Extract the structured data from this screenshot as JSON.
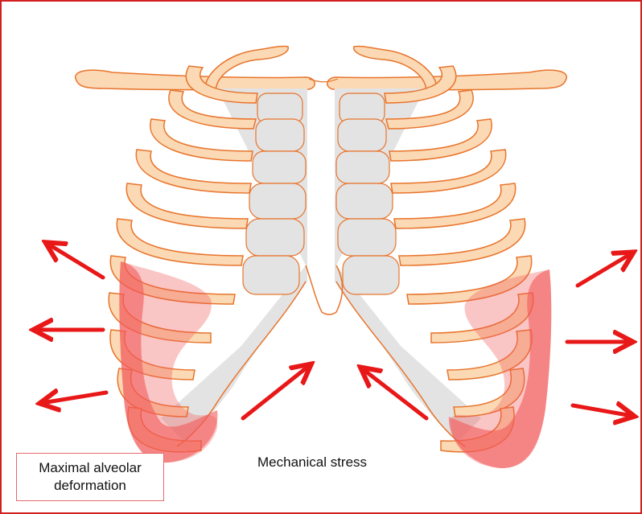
{
  "labels": {
    "alveolar_line1": "Maximal alveolar",
    "alveolar_line2": "deformation",
    "stress": "Mechanical stress"
  },
  "colors": {
    "frame": "#d21f1f",
    "bone_fill": "#fbd9b4",
    "bone_stroke": "#e8742c",
    "cartilage": "#e3e3e3",
    "deformation": "#f25a5a",
    "arrow": "#e81818"
  },
  "icons": {
    "arrow": "red-arrow-icon"
  }
}
